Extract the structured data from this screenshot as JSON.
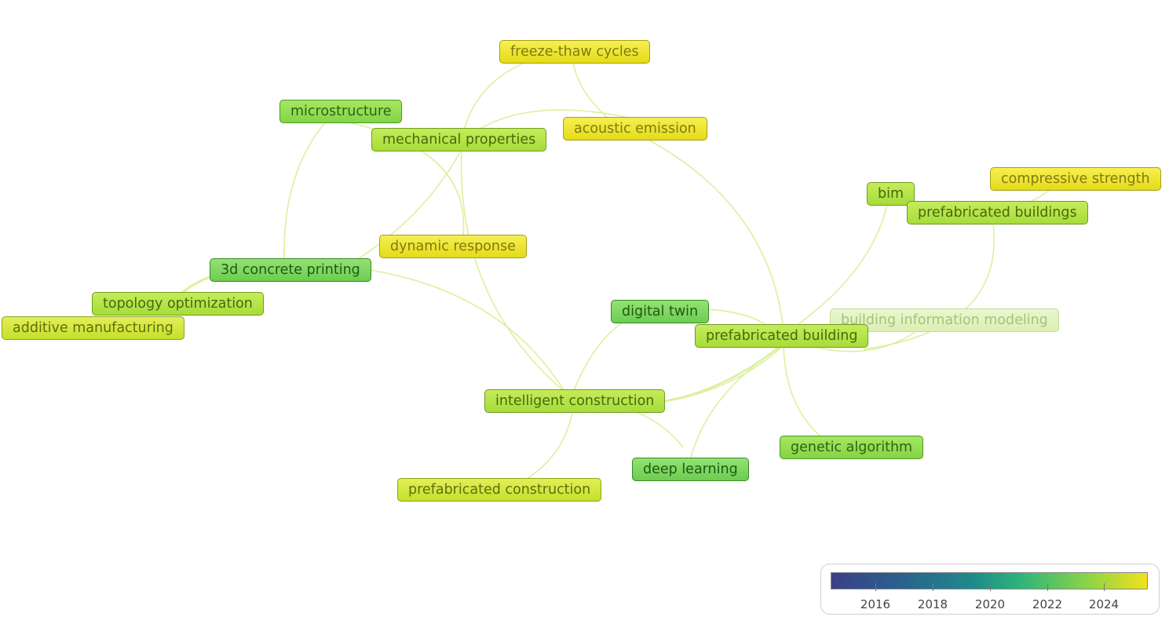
{
  "diagram": {
    "nodes": [
      {
        "id": "freeze",
        "label": "freeze-thaw cycles"
      },
      {
        "id": "micro",
        "label": "microstructure"
      },
      {
        "id": "acoustic",
        "label": "acoustic emission"
      },
      {
        "id": "mech",
        "label": "mechanical properties"
      },
      {
        "id": "compressive",
        "label": "compressive strength"
      },
      {
        "id": "bim",
        "label": "bim"
      },
      {
        "id": "prebuildings",
        "label": "prefabricated buildings"
      },
      {
        "id": "dynamic",
        "label": "dynamic response"
      },
      {
        "id": "printing",
        "label": "3d concrete printing"
      },
      {
        "id": "topology",
        "label": "topology optimization"
      },
      {
        "id": "digital",
        "label": "digital twin"
      },
      {
        "id": "bimodel",
        "label": "building information modeling"
      },
      {
        "id": "additive",
        "label": "additive manufacturing"
      },
      {
        "id": "prebuilding",
        "label": "prefabricated building"
      },
      {
        "id": "intelligent",
        "label": "intelligent construction"
      },
      {
        "id": "genetic",
        "label": "genetic algorithm"
      },
      {
        "id": "deep",
        "label": "deep learning"
      },
      {
        "id": "preconstruction",
        "label": "prefabricated construction"
      }
    ],
    "edge_color": "#d6ef8a"
  },
  "legend": {
    "ticks": [
      "2016",
      "2018",
      "2020",
      "2022",
      "2024"
    ],
    "colors": [
      "#3b3f87",
      "#2b5e8e",
      "#1f8a8b",
      "#2fb47b",
      "#86d34a",
      "#f2e11d"
    ]
  }
}
